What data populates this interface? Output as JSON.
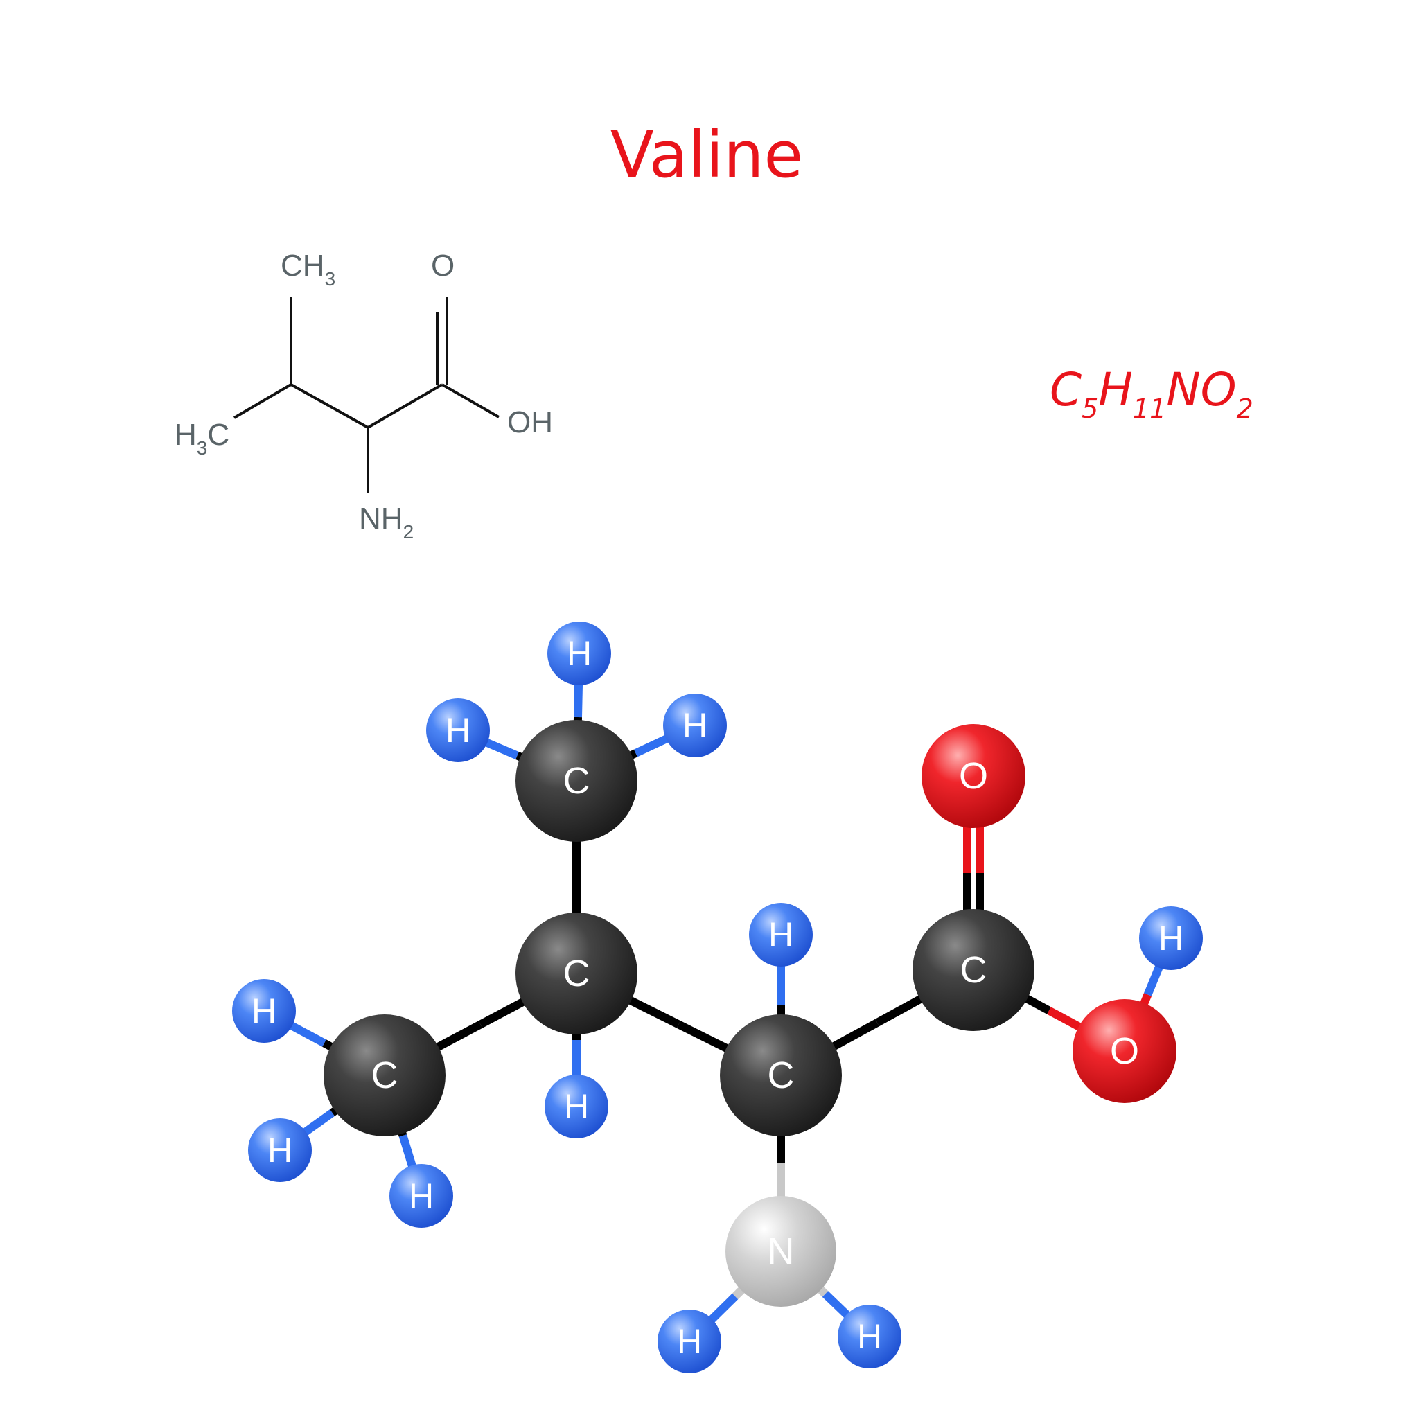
{
  "title": "Valine",
  "formula": {
    "parts": [
      {
        "text": "C",
        "sub": "5"
      },
      {
        "text": "H",
        "sub": "11"
      },
      {
        "text": "N",
        "sub": ""
      },
      {
        "text": "O",
        "sub": "2"
      }
    ]
  },
  "structural": {
    "labels": [
      {
        "id": "ch3-top",
        "main": "CH",
        "sub": "3",
        "lead": ""
      },
      {
        "id": "h3c-left",
        "main": "C",
        "sub": "3",
        "lead": "H"
      },
      {
        "id": "nh2",
        "main": "NH",
        "sub": "2",
        "lead": ""
      },
      {
        "id": "o-top",
        "main": "O",
        "sub": "",
        "lead": ""
      },
      {
        "id": "oh",
        "main": "OH",
        "sub": "",
        "lead": ""
      }
    ]
  },
  "model": {
    "atoms": [
      {
        "id": "c-top",
        "element": "C"
      },
      {
        "id": "c-beta",
        "element": "C"
      },
      {
        "id": "c-left",
        "element": "C"
      },
      {
        "id": "c-alpha",
        "element": "C"
      },
      {
        "id": "c-carboxyl",
        "element": "C"
      },
      {
        "id": "o-double",
        "element": "O"
      },
      {
        "id": "o-hydroxyl",
        "element": "O"
      },
      {
        "id": "n-amine",
        "element": "N"
      },
      {
        "id": "h-top-1",
        "element": "H"
      },
      {
        "id": "h-top-2",
        "element": "H"
      },
      {
        "id": "h-top-3",
        "element": "H"
      },
      {
        "id": "h-beta",
        "element": "H"
      },
      {
        "id": "h-alpha",
        "element": "H"
      },
      {
        "id": "h-left-1",
        "element": "H"
      },
      {
        "id": "h-left-2",
        "element": "H"
      },
      {
        "id": "h-left-3",
        "element": "H"
      },
      {
        "id": "h-oh",
        "element": "H"
      },
      {
        "id": "h-n-1",
        "element": "H"
      },
      {
        "id": "h-n-2",
        "element": "H"
      }
    ],
    "colors": {
      "carbon": "#3a3a3a",
      "hydrogen": "#2f6ff0",
      "oxygen": "#e8141b",
      "nitrogen": "#c8c8c8",
      "bond": "#000000",
      "title": "#e8141b",
      "structure_text": "#5a6468"
    }
  }
}
